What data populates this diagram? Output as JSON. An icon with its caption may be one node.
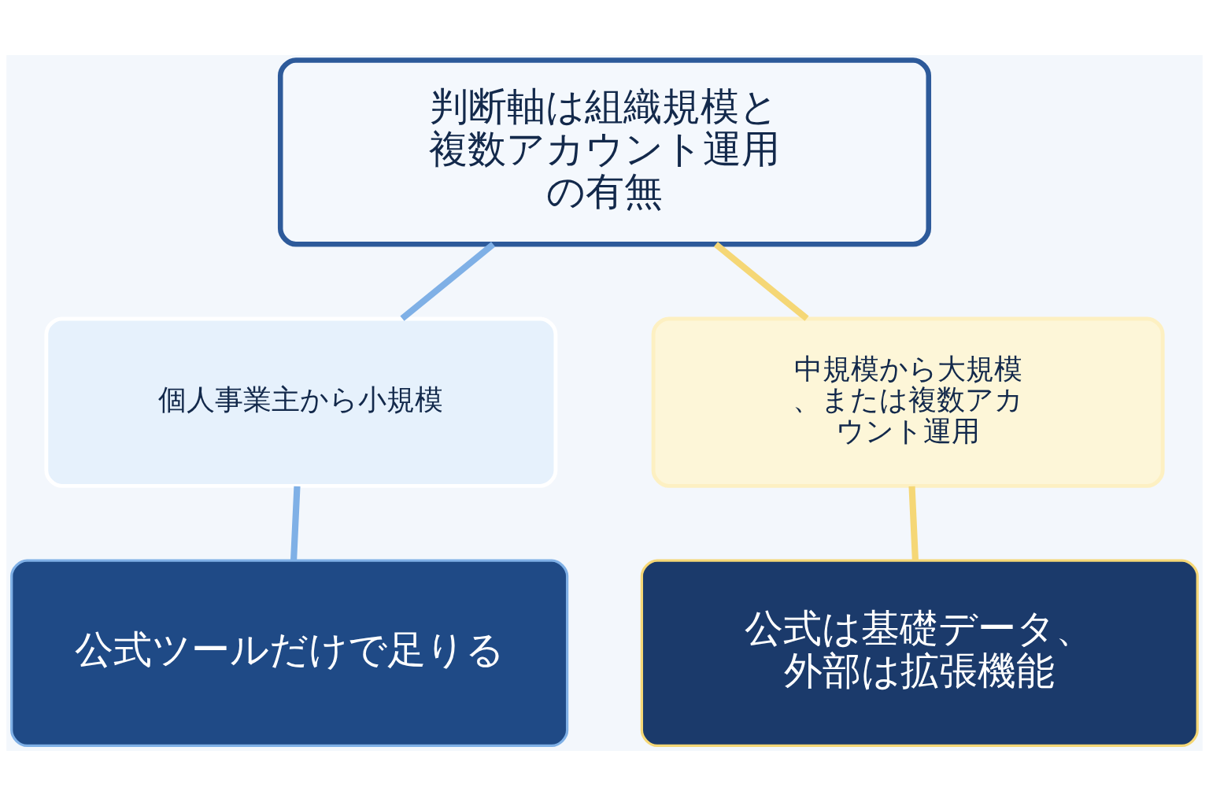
{
  "diagram": {
    "nodes": [
      {
        "text": [
          "判断軸は組織規模と複数アカウント運用の有無"
        ]
      },
      {
        "text": [
          "個人事業主から小規模"
        ]
      },
      {
        "text": [
          "中規模から大規模、または複数アカウント運用"
        ]
      },
      {
        "text": [
          "公式ツールだけで足りる"
        ]
      },
      {
        "text": [
          "公式は基礎データ、外部は拡張機能"
        ]
      }
    ],
    "edges": [
      {
        "from": 0,
        "to": 1,
        "arrow": "none",
        "color": "#7fb0e6"
      },
      {
        "from": 0,
        "to": 2,
        "arrow": "none",
        "color": "#f5d776"
      },
      {
        "from": 1,
        "to": 3,
        "arrow": "none",
        "color": "#7fb0e6"
      },
      {
        "from": 2,
        "to": 4,
        "arrow": "none",
        "color": "#f5d776"
      }
    ]
  }
}
